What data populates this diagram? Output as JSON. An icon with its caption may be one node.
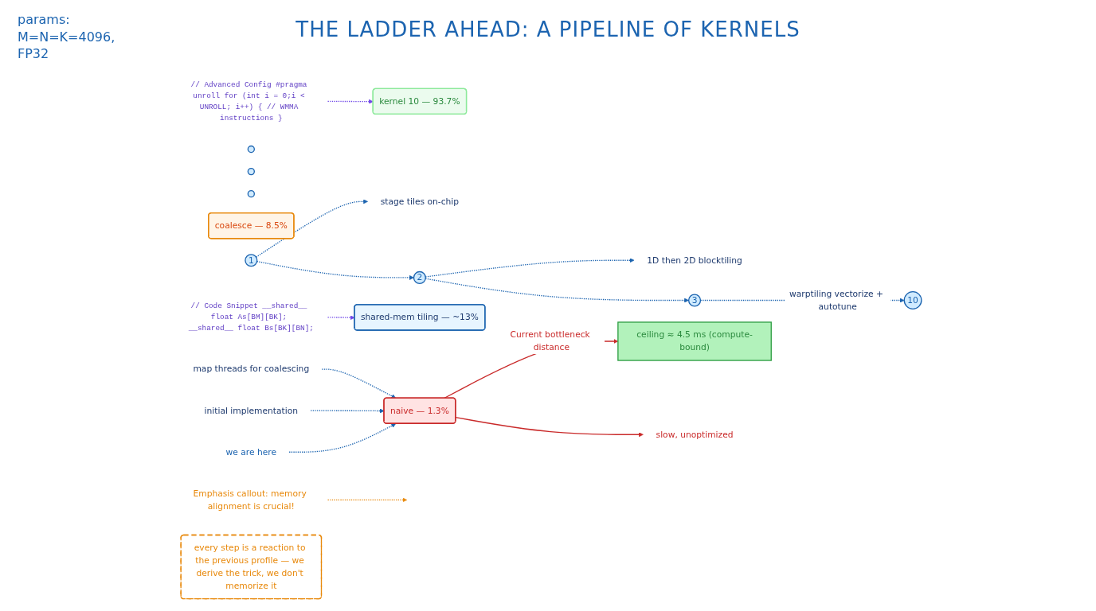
{
  "diagram": {
    "title": "THE LADDER AHEAD: A PIPELINE OF KERNELS",
    "nodes": [
      {
        "text": [
          "ceiling ≈ 4.5 ms (compute-bound)"
        ]
      },
      {
        "text": [
          "Emphasis callout: memory alignment is crucial!"
        ]
      },
      {
        "text": [
          "10"
        ]
      },
      {
        "text": [
          "kernel 10 — 93.7%"
        ]
      },
      {
        "text": [
          "1D then 2D blocktiling"
        ]
      },
      {
        "text": [
          "3"
        ]
      },
      {
        "text": [
          "stage tiles on-chip"
        ]
      },
      {
        "text": [
          "shared-mem tiling — ~13%"
        ]
      },
      {
        "text": [
          "2"
        ]
      },
      {
        "text": [],
        "shape": "circle"
      },
      {
        "text": [],
        "shape": "circle"
      },
      {
        "text": [],
        "shape": "circle"
      },
      {
        "text": [
          "coalesce — 8.5%"
        ]
      },
      {
        "text": [
          "1"
        ]
      },
      {
        "text": [
          "map threads for coalescing"
        ]
      },
      {
        "text": [
          "naive — 1.3%"
        ]
      },
      {
        "text": [
          "// Advanced Config #pragma unroll for (int i = 0;i < UNROLL; i++) { // WMMA instructions }"
        ]
      },
      {
        "text": [
          "// Code Snippet __shared__ float As[BM][BK]; __shared__ float Bs[BK][BN];"
        ]
      },
      {
        "text": [
          "initial implementation"
        ]
      },
      {
        "text": [
          "we are here"
        ]
      },
      {
        "text": [
          "every step is a reaction to the previous profile — we derive the trick, we don't memorize it"
        ]
      },
      {
        "text": [
          "slow, unoptimized"
        ]
      }
    ],
    "edges": [
      {
        "from": 15,
        "to": 0,
        "arrow": "to",
        "label": "Current bottleneck distance",
        "color": "#c92a2a"
      },
      {
        "from": 13,
        "to": 6,
        "arrow": "to",
        "style": "dashed"
      },
      {
        "from": 13,
        "to": 8,
        "arrow": "to",
        "style": "dashed"
      },
      {
        "from": 8,
        "to": 4,
        "arrow": "to",
        "style": "dashed"
      },
      {
        "from": 8,
        "to": 5,
        "arrow": "to",
        "style": "dashed"
      },
      {
        "from": 1,
        "to": null,
        "arrow": "to",
        "style": "dashed",
        "color": "#e8890c"
      },
      {
        "from": 5,
        "to": 2,
        "arrow": "to",
        "style": "dashed",
        "label": "warptiling vectorize + autotune"
      },
      {
        "from": 14,
        "to": 15,
        "arrow": "to",
        "style": "dashed"
      },
      {
        "from": 18,
        "to": 15,
        "arrow": "to",
        "style": "dashed"
      },
      {
        "from": 17,
        "to": 7,
        "arrow": "to",
        "style": "dashed",
        "color": "#7048e8"
      },
      {
        "from": 16,
        "to": 3,
        "arrow": "to",
        "style": "dashed",
        "color": "#7048e8"
      },
      {
        "from": 19,
        "to": 15,
        "arrow": "to",
        "style": "dashed"
      },
      {
        "from": 15,
        "to": 21,
        "arrow": "to",
        "color": "#c92a2a"
      }
    ],
    "labels": [
      "params: M=N=K=4096, FP32"
    ]
  }
}
